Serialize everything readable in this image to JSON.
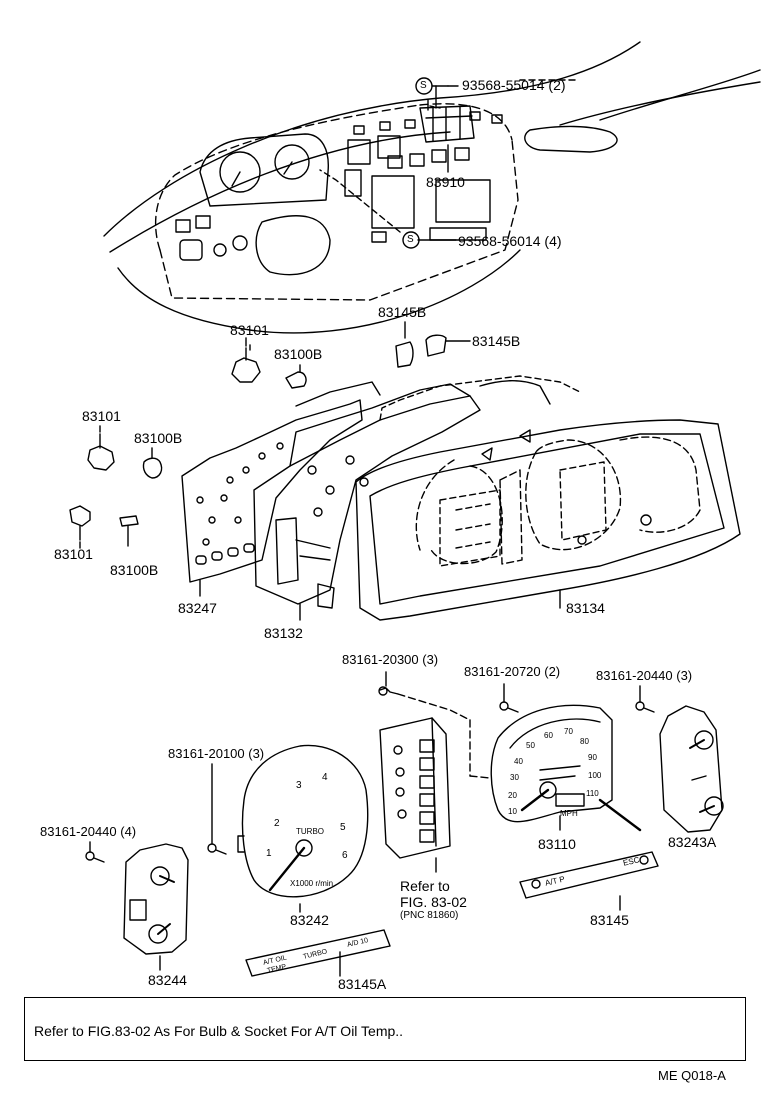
{
  "labels": {
    "screw_top1": "93568-55014 (2)",
    "p83910": "83910",
    "screw_top2": "93568-56014 (4)",
    "p83145b_a": "83145B",
    "p83145b_b": "83145B",
    "p83101_a": "83101",
    "p83100b_a": "83100B",
    "p83101_b": "83101",
    "p83100b_b": "83100B",
    "p83101_c": "83101",
    "p83100b_c": "83100B",
    "p83247": "83247",
    "p83132": "83132",
    "p83134": "83134",
    "screw_20300": "83161-20300 (3)",
    "screw_20720": "83161-20720 (2)",
    "screw_20440a": "83161-20440 (3)",
    "screw_20100": "83161-20100 (3)",
    "screw_20440b": "83161-20440 (4)",
    "refer1": "Refer to",
    "refer2": "FIG. 83-02",
    "refer3": "(PNC 81860)",
    "p83110": "83110",
    "p83243a": "83243A",
    "p83242": "83242",
    "p83145": "83145",
    "p83244": "83244",
    "p83145a": "83145A"
  },
  "callout_symbol": "S",
  "note": "Refer to FIG.83-02 As For Bulb & Socket For A/T Oil Temp..",
  "drawing_code": "ME Q018-A",
  "gauge_text": {
    "tacho_unit": "X1000 r/min",
    "turbo": "TURBO",
    "tacho_ticks": [
      "1",
      "2",
      "3",
      "4",
      "5",
      "6"
    ],
    "speedo_unit": "MPH",
    "speedo_ticks": [
      "10",
      "20",
      "30",
      "40",
      "50",
      "60",
      "70",
      "80",
      "90",
      "100",
      "110"
    ],
    "plate_83145": "A/T P",
    "plate_83145_esc": "ESC",
    "plate_83145a_1": "A/T OIL",
    "plate_83145a_2": "TEMP",
    "plate_83145a_3": "TURBO",
    "plate_83145a_4": "A/D 10"
  }
}
